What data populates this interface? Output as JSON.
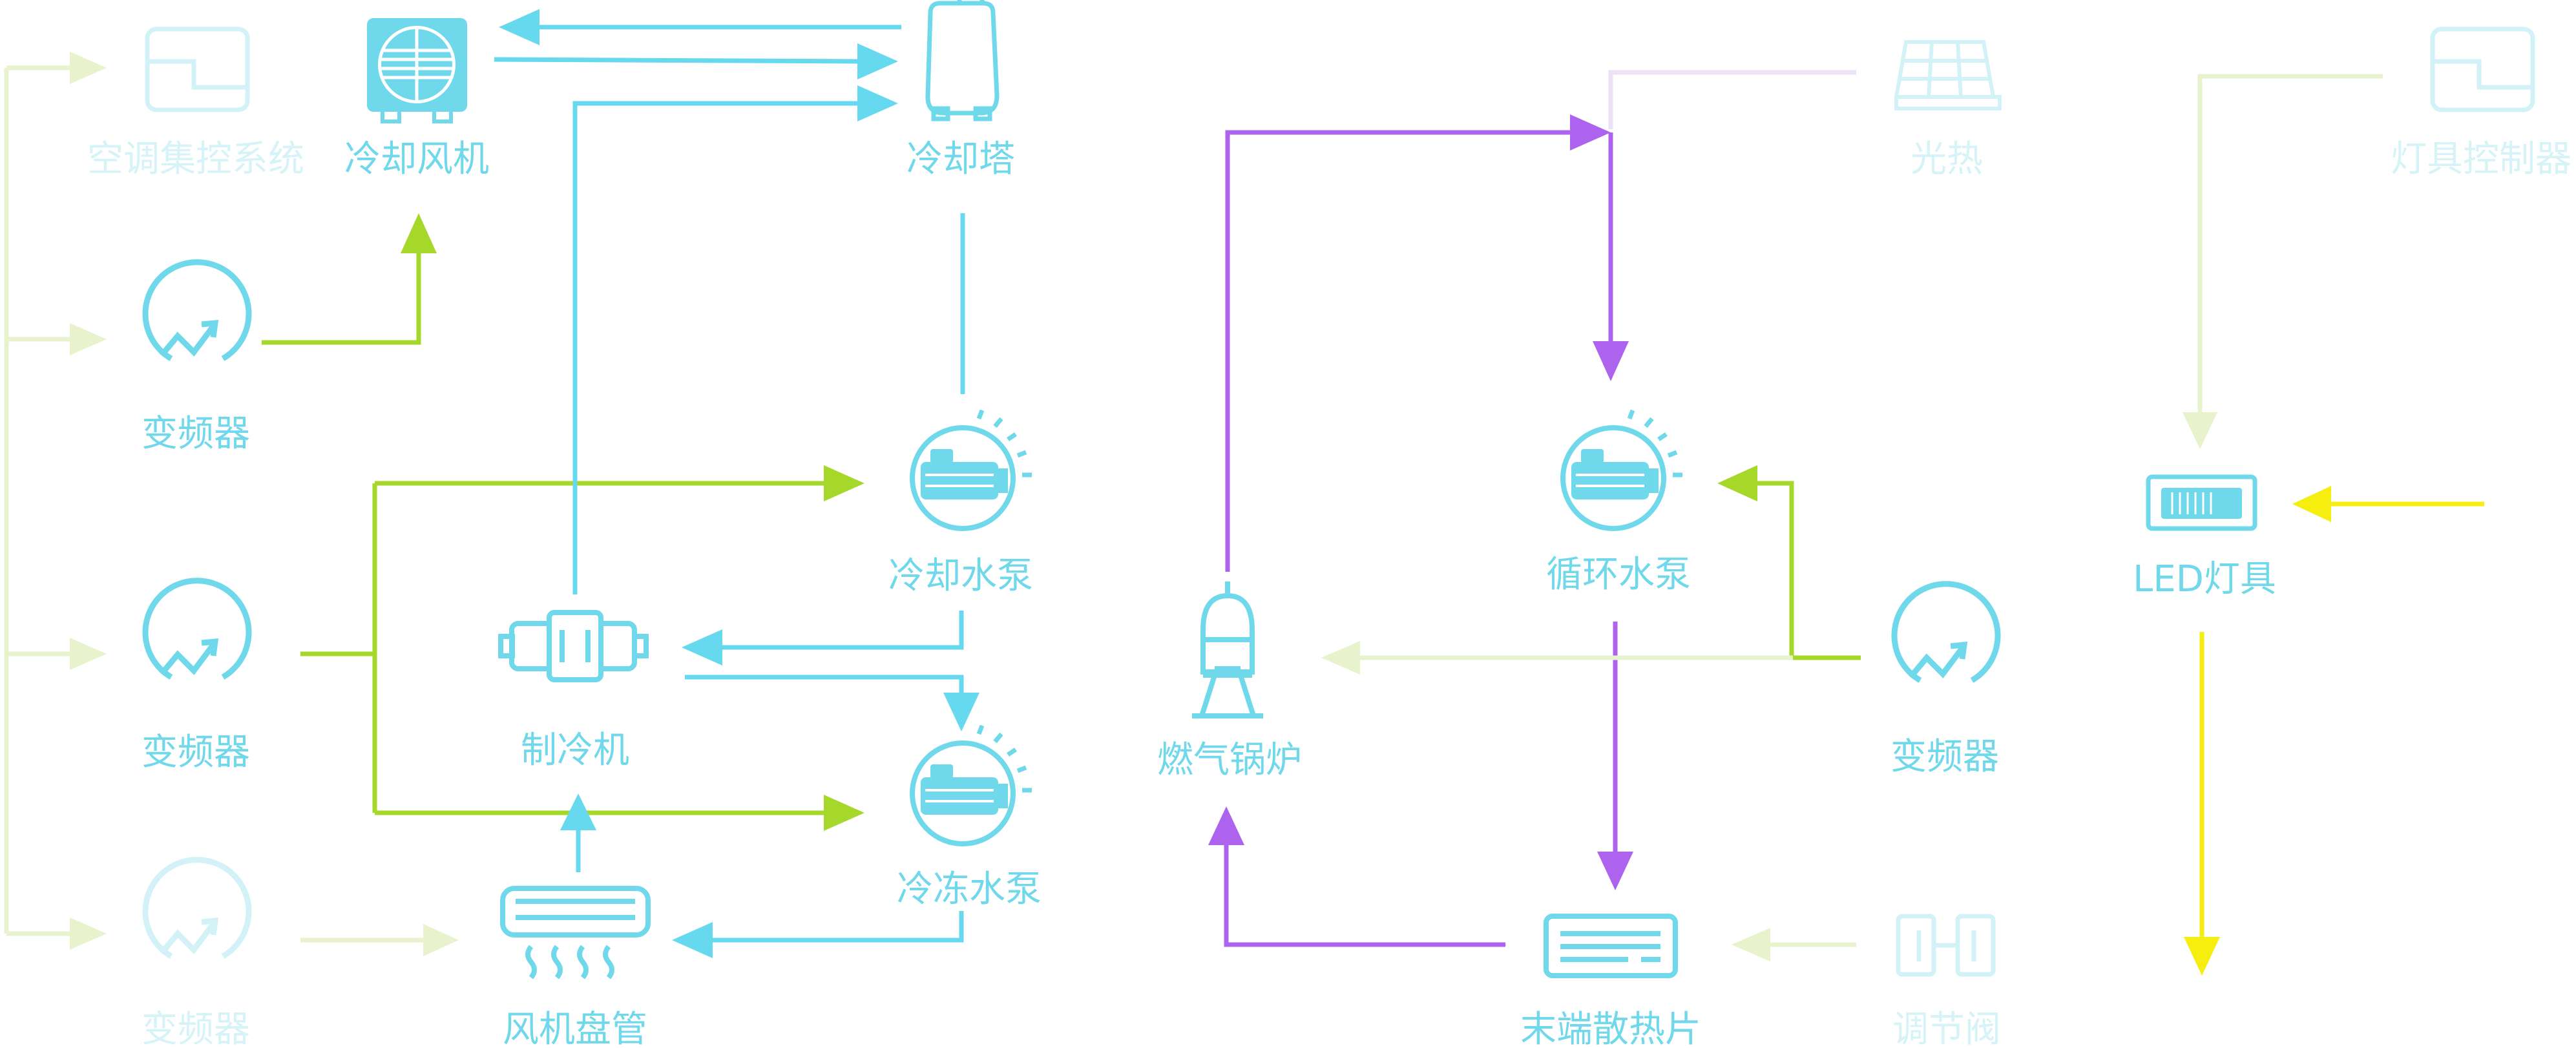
{
  "colors": {
    "cyan": "#66d9ee",
    "cyan_faint": "#d3f2f7",
    "green": "#a6d82c",
    "green_faint": "#e8f3cd",
    "purple": "#ad63ee",
    "purple_faint": "#eee0f7",
    "yellow": "#f5ee0f",
    "label": "#6fd8ea",
    "label_faint": "#d6f3f7"
  },
  "nodes": {
    "ac_control": {
      "label": "空调集控系统",
      "icon": "controller-panel-icon"
    },
    "cooling_fan": {
      "label": "冷却风机",
      "icon": "fan-unit-icon"
    },
    "cooling_tower": {
      "label": "冷却塔",
      "icon": "cooling-tower-icon"
    },
    "vfd_1": {
      "label": "变频器",
      "icon": "gauge-trend-icon"
    },
    "vfd_2": {
      "label": "变频器",
      "icon": "gauge-trend-icon"
    },
    "vfd_3": {
      "label": "变频器",
      "icon": "gauge-trend-icon"
    },
    "vfd_4": {
      "label": "变频器",
      "icon": "gauge-trend-icon"
    },
    "cooling_pump": {
      "label": "冷却水泵",
      "icon": "water-pump-icon"
    },
    "chiller": {
      "label": "制冷机",
      "icon": "chiller-icon"
    },
    "chilled_pump": {
      "label": "冷冻水泵",
      "icon": "water-pump-icon"
    },
    "fan_coil": {
      "label": "风机盘管",
      "icon": "air-conditioner-icon"
    },
    "gas_boiler": {
      "label": "燃气锅炉",
      "icon": "boiler-icon"
    },
    "solar_thermal": {
      "label": "光热",
      "icon": "solar-panel-icon"
    },
    "circ_pump": {
      "label": "循环水泵",
      "icon": "water-pump-icon"
    },
    "radiator": {
      "label": "末端散热片",
      "icon": "radiator-icon"
    },
    "valve": {
      "label": "调节阀",
      "icon": "valve-icon"
    },
    "light_control": {
      "label": "灯具控制器",
      "icon": "controller-panel-icon"
    },
    "led_light": {
      "label": "LED灯具",
      "icon": "led-light-icon"
    }
  }
}
